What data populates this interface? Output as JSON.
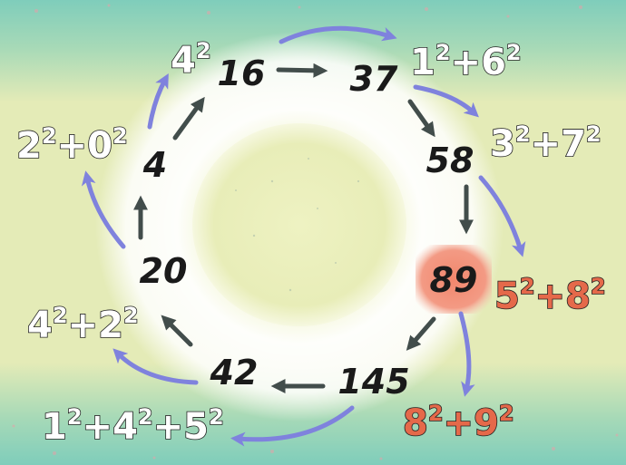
{
  "cycle": {
    "nodes": [
      {
        "id": "n4",
        "value": "4"
      },
      {
        "id": "n16",
        "value": "16"
      },
      {
        "id": "n37",
        "value": "37"
      },
      {
        "id": "n58",
        "value": "58"
      },
      {
        "id": "n89",
        "value": "89",
        "highlighted": true
      },
      {
        "id": "n145",
        "value": "145"
      },
      {
        "id": "n42",
        "value": "42"
      },
      {
        "id": "n20",
        "value": "20"
      }
    ],
    "expansions": [
      {
        "id": "e16",
        "terms": [
          [
            "4",
            "2"
          ]
        ]
      },
      {
        "id": "e37",
        "terms": [
          [
            "1",
            "2"
          ],
          [
            "6",
            "2"
          ]
        ]
      },
      {
        "id": "e58",
        "terms": [
          [
            "3",
            "2"
          ],
          [
            "7",
            "2"
          ]
        ]
      },
      {
        "id": "e89",
        "terms": [
          [
            "5",
            "2"
          ],
          [
            "8",
            "2"
          ]
        ],
        "highlighted": true
      },
      {
        "id": "e145",
        "terms": [
          [
            "8",
            "2"
          ],
          [
            "9",
            "2"
          ]
        ],
        "highlighted": true
      },
      {
        "id": "e42",
        "terms": [
          [
            "1",
            "2"
          ],
          [
            "4",
            "2"
          ],
          [
            "5",
            "2"
          ]
        ]
      },
      {
        "id": "e20",
        "terms": [
          [
            "4",
            "2"
          ],
          [
            "2",
            "2"
          ]
        ]
      },
      {
        "id": "e4",
        "terms": [
          [
            "2",
            "2"
          ],
          [
            "0",
            "2"
          ]
        ]
      }
    ],
    "plus_sign": "+"
  },
  "colors": {
    "background_band": "#7fcdbb",
    "background_center": "#e9eeb8",
    "ring": "#ffffff",
    "dark_arrow": "#424d4b",
    "blue_arrow": "#7f82dd",
    "highlight": "#e5694a",
    "highlight_box": "#f39a84",
    "node_text": "#1a1a1a",
    "expansion_text": "#ffffff"
  }
}
